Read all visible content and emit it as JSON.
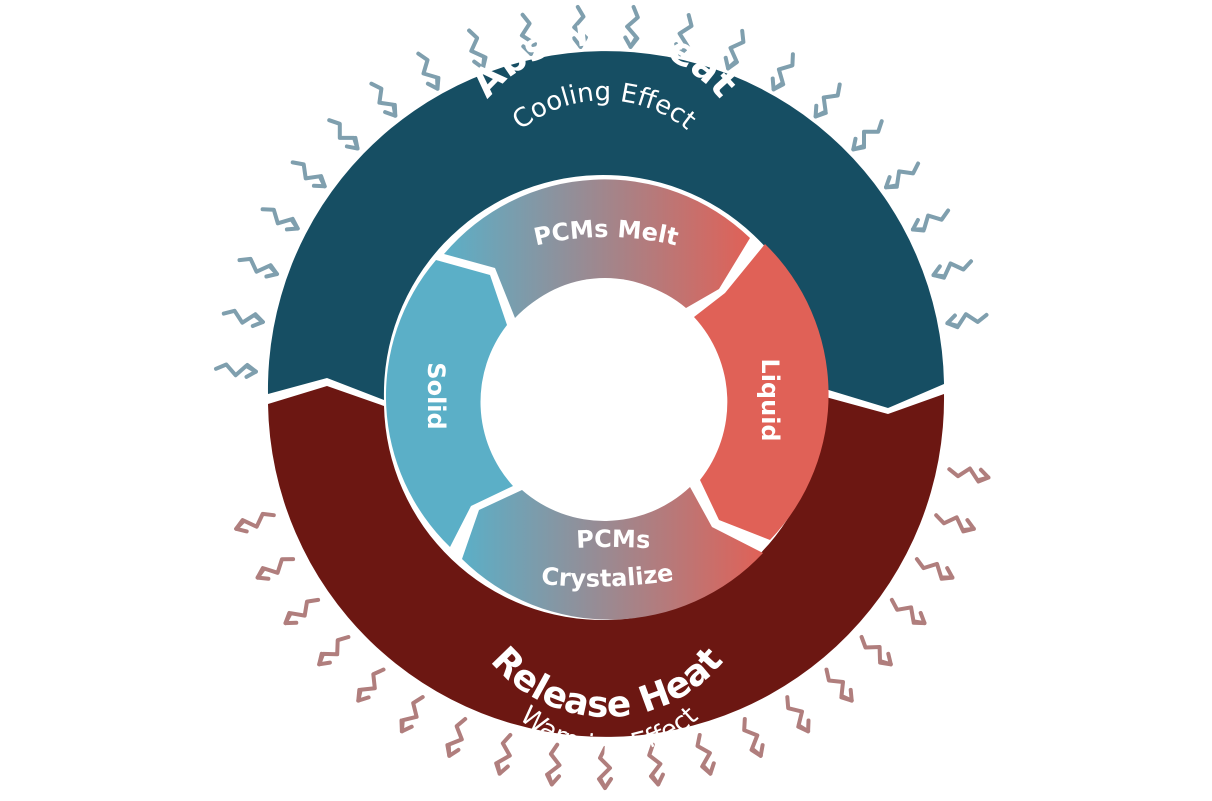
{
  "outer_ring": {
    "top": {
      "title": "Absorb Heat",
      "subtitle": "Cooling Effect",
      "color": "#164E63",
      "arrow_color": "#7F9FAE"
    },
    "bottom": {
      "title": "Release Heat",
      "subtitle": "Warming Effect",
      "color": "#6C1712",
      "arrow_color": "#B07E7D"
    }
  },
  "cycle": {
    "segments": [
      {
        "label": "PCMs Melt",
        "state": "transition-melting"
      },
      {
        "label": "Liquid",
        "state": "liquid",
        "color": "#E06157"
      },
      {
        "label": "PCMs Crystalize",
        "lines": [
          "PCMs",
          "Crystalize"
        ],
        "state": "transition-crystallizing"
      },
      {
        "label": "Solid",
        "state": "solid",
        "color": "#5BAFC7"
      }
    ],
    "gradient": {
      "cool": "#5BAFC7",
      "warm": "#E06157"
    }
  }
}
